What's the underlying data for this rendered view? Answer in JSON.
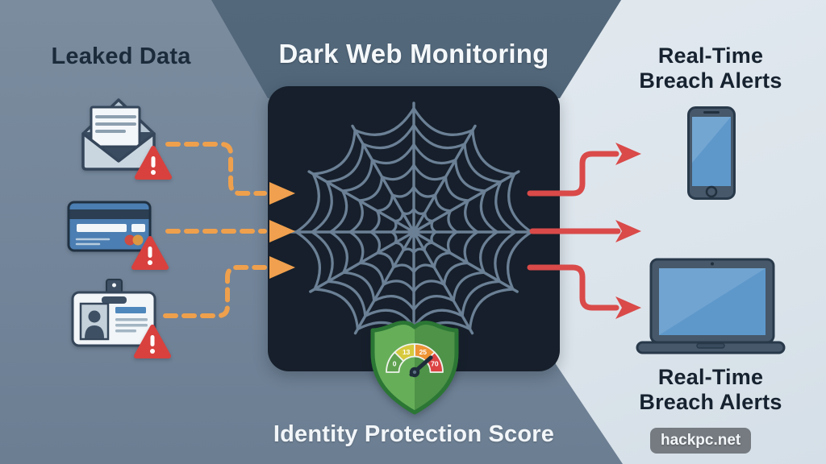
{
  "left": {
    "title": "Leaked Data",
    "icons": [
      "envelope-alert-icon",
      "credit-card-alert-icon",
      "id-badge-alert-icon"
    ]
  },
  "center": {
    "title": "Dark Web Monitoring",
    "caption": "Identity Protection Score",
    "web_icon": "spider-web-icon",
    "gauge": {
      "labels": [
        "0",
        "13",
        "25",
        "70"
      ],
      "segment_colors": [
        "#5FA14F",
        "#D6C93D",
        "#EE9434",
        "#DC4343"
      ],
      "shield_color": "#67AE59"
    }
  },
  "right": {
    "top_alert": {
      "line1": "Real-Time",
      "line2": "Breach Alerts",
      "icon": "smartphone-icon"
    },
    "bottom_alert": {
      "line1": "Real-Time",
      "line2": "Breach Alerts",
      "icon": "laptop-icon"
    }
  },
  "watermark": {
    "label": "hackpc.net"
  },
  "colors": {
    "bg_left": "#73859A",
    "bg_center_top": "#4C6173",
    "bg_panel": "#161F2B",
    "bg_right": "#DEE6EC",
    "web_strand": "#6B8095",
    "arrow_in_orange": "#EFA04C",
    "arrow_out_red": "#D94A49",
    "alert_triangle_red": "#D8413E",
    "title_dark": "#1B2B3B",
    "title_light": "#F5F8FA"
  }
}
